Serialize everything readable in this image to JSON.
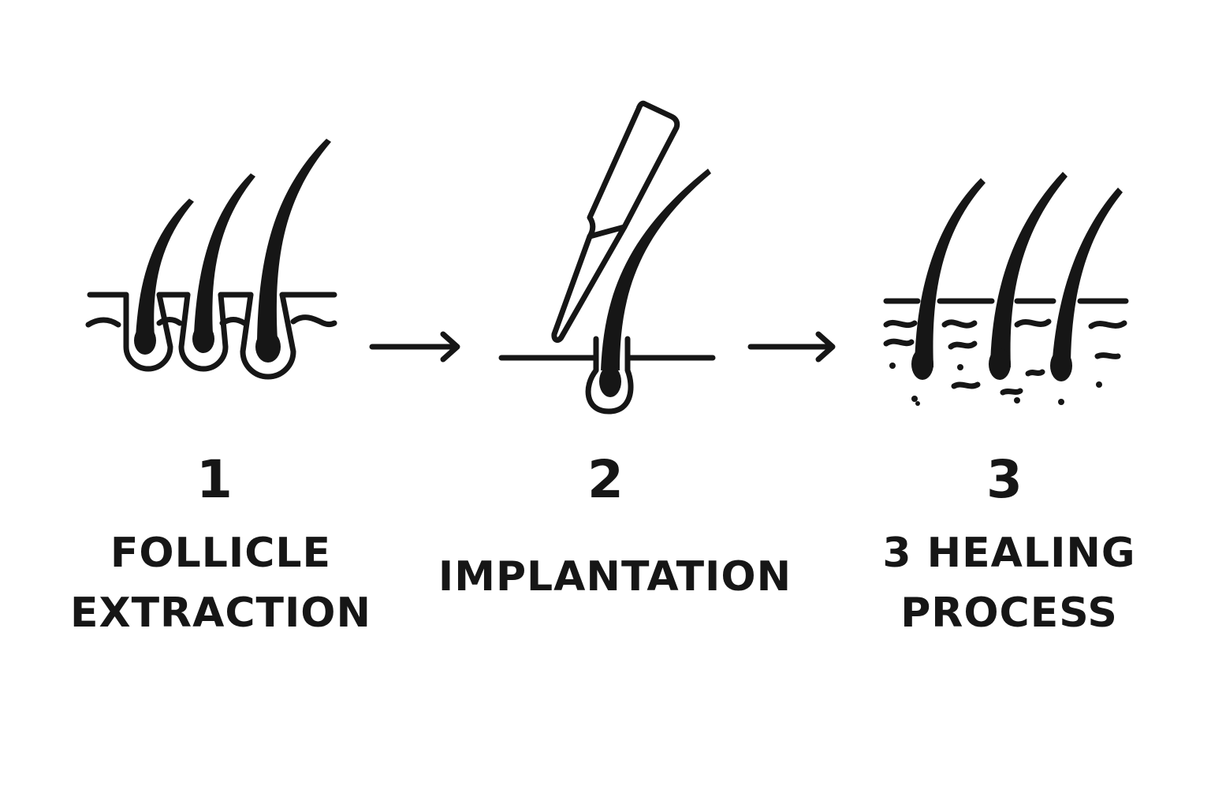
{
  "diagram": {
    "ink_color": "#161616",
    "background_color": "#ffffff",
    "steps": [
      {
        "number": "1",
        "label_lines": [
          "FOLLICLE",
          "EXTRACTION"
        ],
        "icon": "hair-follicles-icon"
      },
      {
        "number": "2",
        "label_lines": [
          "IMPLANTATION"
        ],
        "icon": "implantation-tool-icon"
      },
      {
        "number": "3",
        "label_lines": [
          "3 HEALING",
          "PROCESS"
        ],
        "icon": "healing-skin-icon"
      }
    ],
    "connectors": [
      "arrow-right-icon",
      "arrow-right-icon"
    ]
  }
}
